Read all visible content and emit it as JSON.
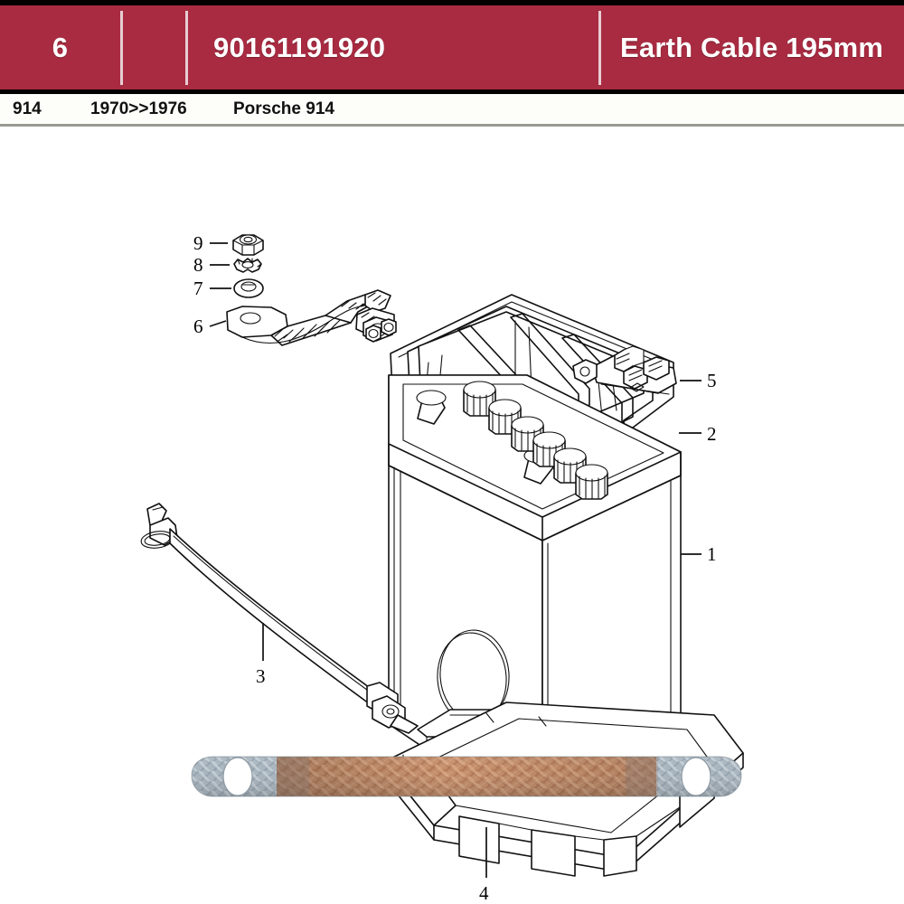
{
  "header": {
    "item_number": "6",
    "blank_cell": "",
    "part_number": "90161191920",
    "description": "Earth Cable   195mm",
    "colors": {
      "bar": "#a82b41",
      "divider": "#e7cdd3",
      "text": "#ffffff",
      "border": "#000000"
    }
  },
  "subheader": {
    "model_code": "914",
    "year_range": "1970>>1976",
    "model_name": "Porsche 914"
  },
  "diagram": {
    "title": "Porsche 914 battery and earth cable exploded parts diagram",
    "callouts": [
      {
        "number": "1",
        "part": "battery"
      },
      {
        "number": "2",
        "part": "battery-cover"
      },
      {
        "number": "3",
        "part": "battery-hold-down-strap"
      },
      {
        "number": "4",
        "part": "battery-tray"
      },
      {
        "number": "5",
        "part": "battery-terminal-clamp"
      },
      {
        "number": "6",
        "part": "earth-cable-braided-strap"
      },
      {
        "number": "7",
        "part": "plain-washer"
      },
      {
        "number": "8",
        "part": "lock-washer"
      },
      {
        "number": "9",
        "part": "hex-nut"
      }
    ],
    "photo": {
      "name": "braided-copper-earth-strap-photo",
      "braid_color": "#c4835e",
      "terminal_color": "#9aa7b0"
    }
  }
}
